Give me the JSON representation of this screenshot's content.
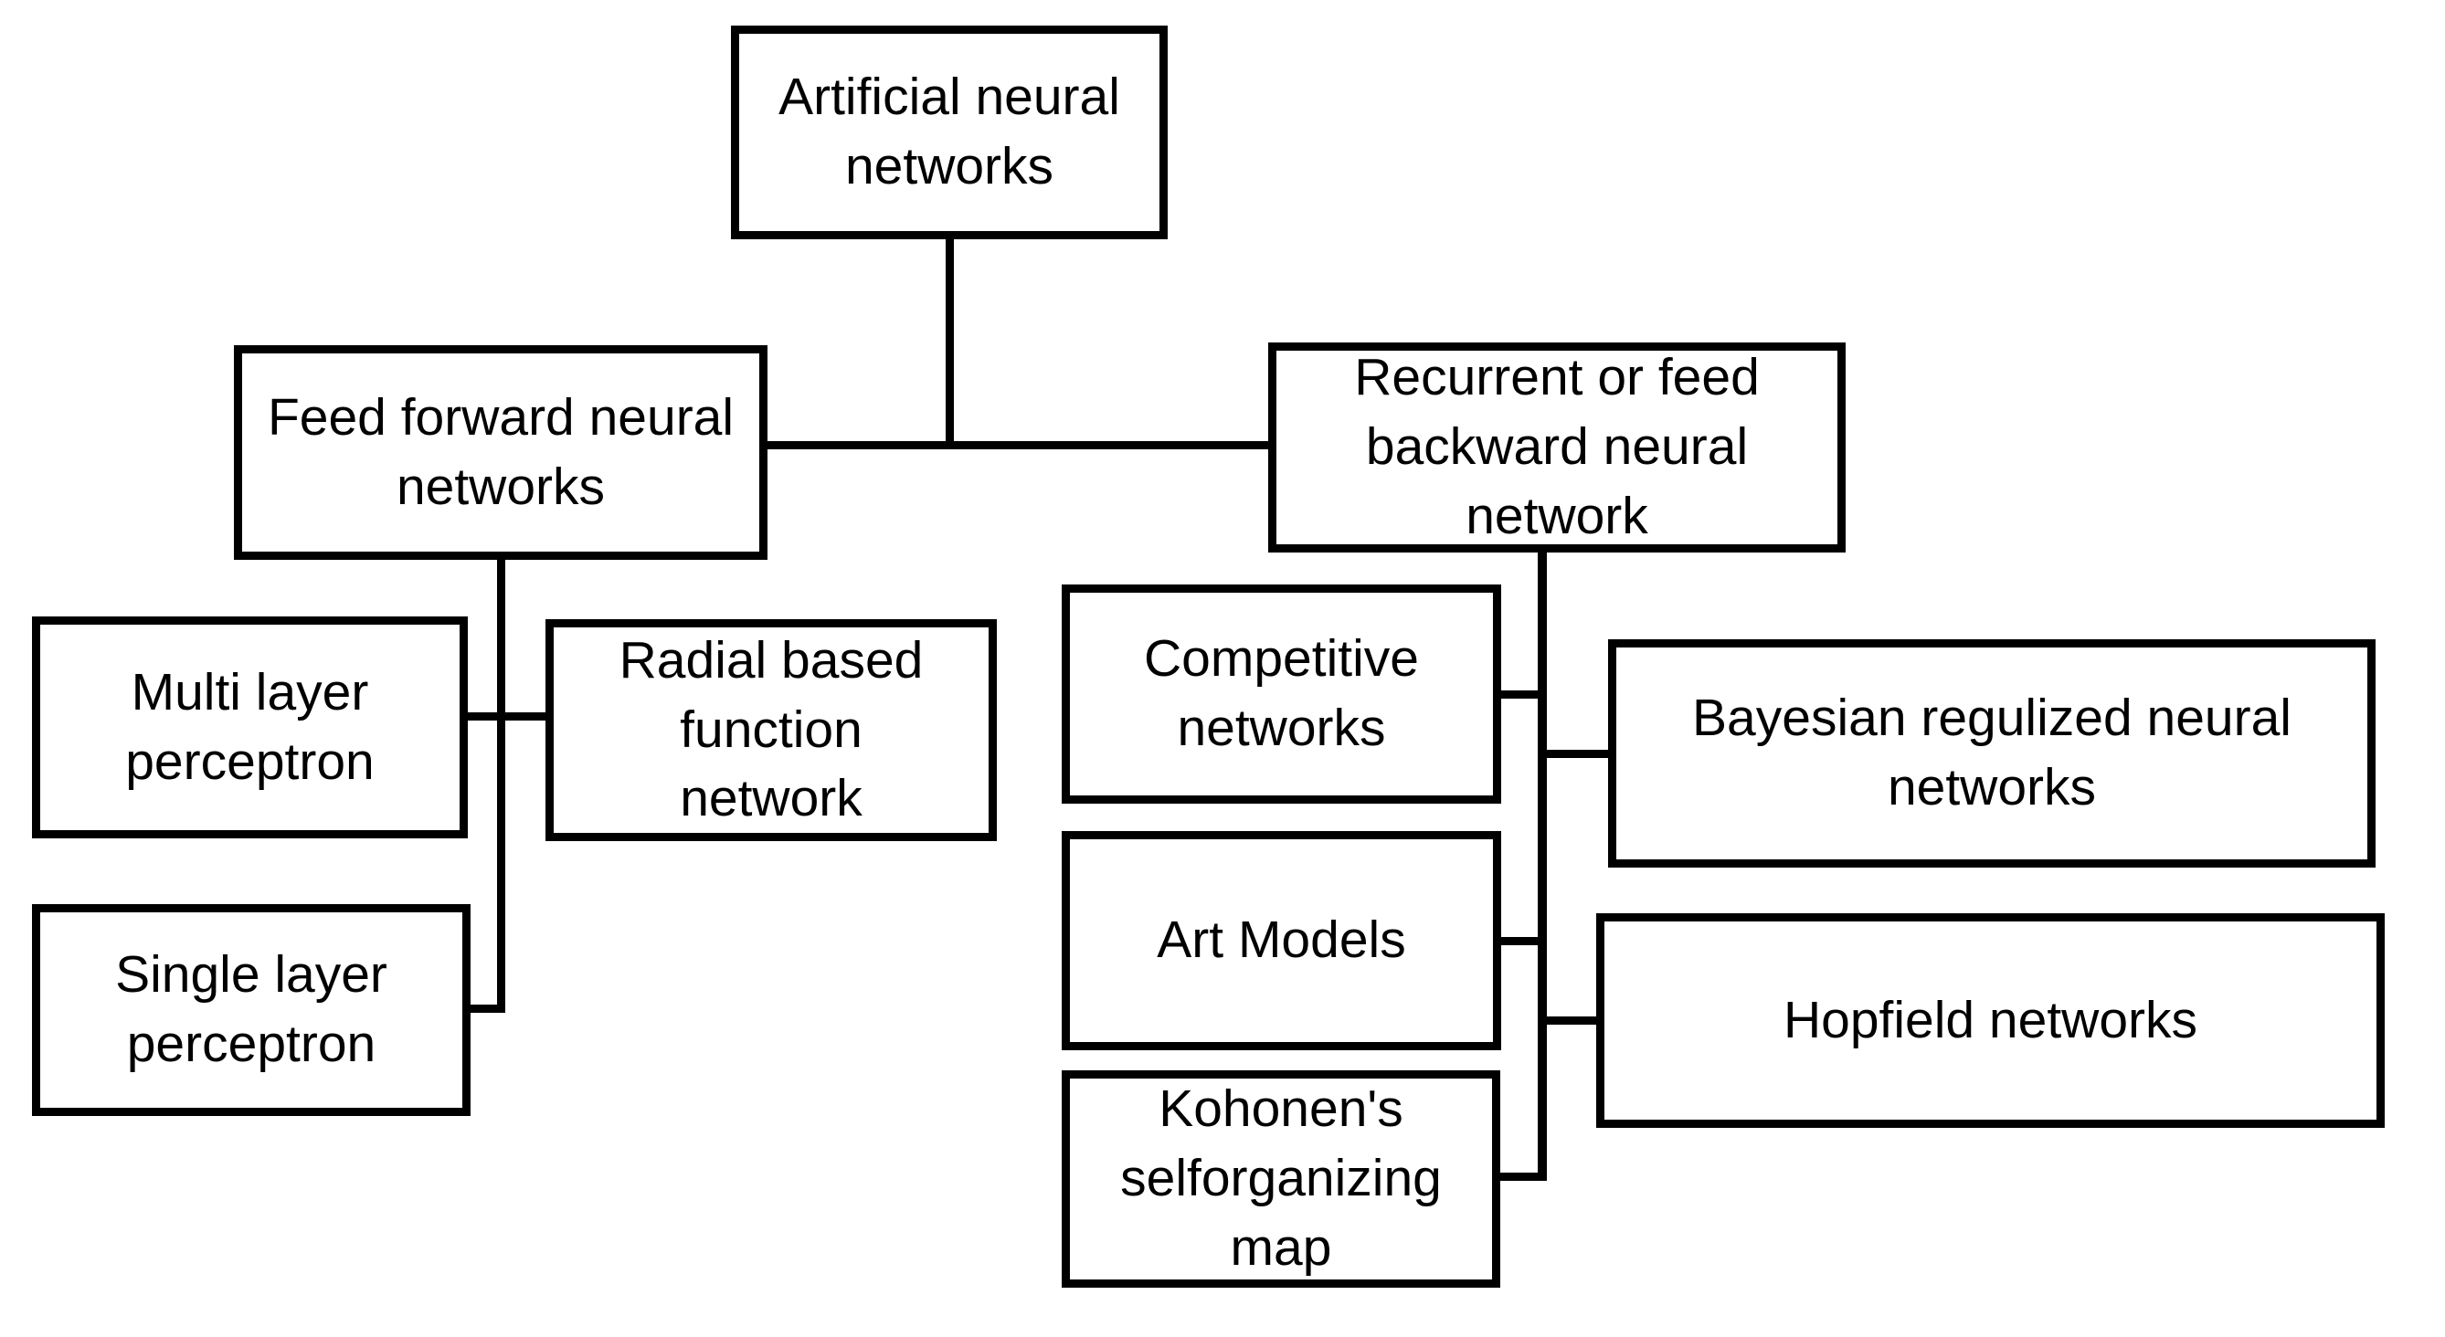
{
  "canvas": {
    "background_color": "#ffffff",
    "line_color": "#000000",
    "text_color": "#000000",
    "box_fill": "#ffffff"
  },
  "nodes": {
    "root": {
      "label": "Artificial neural\nnetworks"
    },
    "feed_forward": {
      "label": "Feed forward neural\nnetworks"
    },
    "recurrent": {
      "label": "Recurrent or feed\nbackward neural\nnetwork"
    },
    "multi_layer": {
      "label": "Multi layer\nperceptron"
    },
    "radial_basis": {
      "label": "Radial based\nfunction\nnetwork"
    },
    "single_layer": {
      "label": "Single layer\nperceptron"
    },
    "competitive": {
      "label": "Competitive\nnetworks"
    },
    "art_models": {
      "label": "Art Models"
    },
    "kohonen": {
      "label": "Kohonen's\nselforganizing\nmap"
    },
    "bayesian": {
      "label": "Bayesian regulized neural\nnetworks"
    },
    "hopfield": {
      "label": "Hopfield networks"
    }
  },
  "edges": [
    {
      "from": "Artificial neural networks",
      "to": "Feed forward neural networks"
    },
    {
      "from": "Artificial neural networks",
      "to": "Recurrent or feed backward neural network"
    },
    {
      "from": "Feed forward neural networks",
      "to": "Multi layer perceptron"
    },
    {
      "from": "Feed forward neural networks",
      "to": "Radial based function network"
    },
    {
      "from": "Feed forward neural networks",
      "to": "Single layer perceptron"
    },
    {
      "from": "Recurrent or feed backward neural network",
      "to": "Competitive networks"
    },
    {
      "from": "Recurrent or feed backward neural network",
      "to": "Bayesian regulized neural networks"
    },
    {
      "from": "Recurrent or feed backward neural network",
      "to": "Art Models"
    },
    {
      "from": "Recurrent or feed backward neural network",
      "to": "Hopfield networks"
    },
    {
      "from": "Recurrent or feed backward neural network",
      "to": "Kohonen's selforganizing map"
    }
  ]
}
